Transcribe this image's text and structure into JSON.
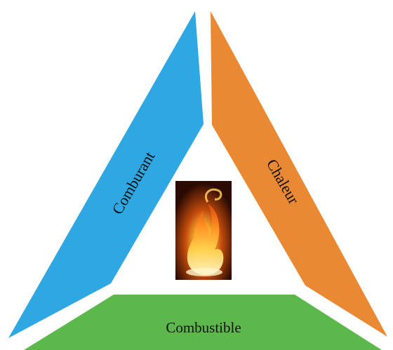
{
  "diagram": {
    "sides": {
      "left": {
        "label": "Comburant",
        "color": "#2ea7e3"
      },
      "right": {
        "label": "Chaleur",
        "color": "#ea8934"
      },
      "base": {
        "label": "Combustible",
        "color": "#5cb84b"
      }
    },
    "center_image": {
      "icon": "flame-icon"
    }
  }
}
